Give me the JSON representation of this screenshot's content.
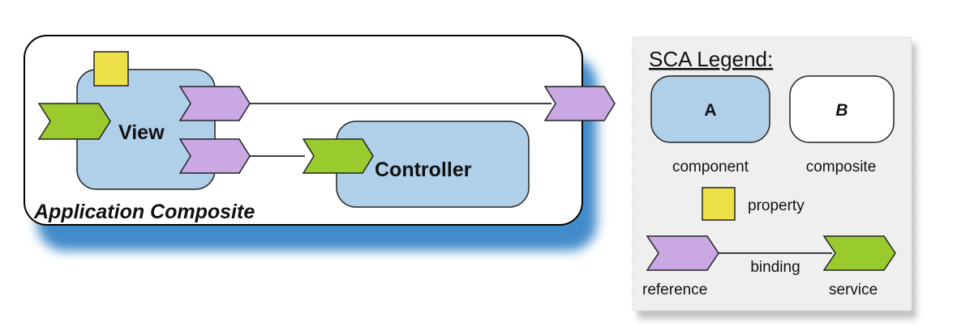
{
  "composite": {
    "title": "Application Composite",
    "components": {
      "view": {
        "label": "View"
      },
      "controller": {
        "label": "Controller"
      }
    }
  },
  "legend": {
    "title": "SCA Legend:",
    "component": {
      "letter": "A",
      "caption": "component"
    },
    "composite": {
      "letter": "B",
      "caption": "composite"
    },
    "property": {
      "caption": "property"
    },
    "binding": {
      "caption": "binding"
    },
    "reference": {
      "caption": "reference"
    },
    "service": {
      "caption": "service"
    }
  },
  "colors": {
    "component_fill": "#b0d0ea",
    "service_green": "#9acb2e",
    "reference_purple": "#c9a8e4",
    "property_yellow": "#ede049",
    "shadow_blue": "#2f7fc4",
    "legend_bg": "#efefef"
  }
}
